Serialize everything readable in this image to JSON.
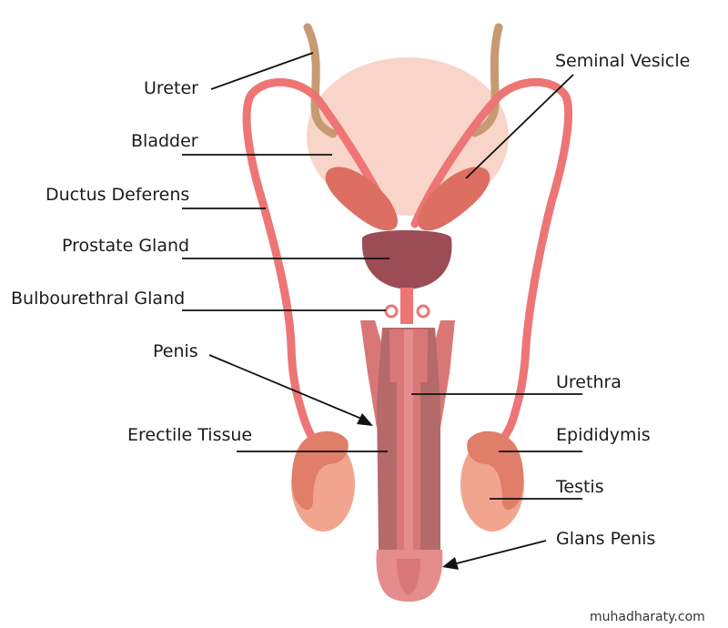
{
  "labels": {
    "ureter": "Ureter",
    "bladder": "Bladder",
    "ductus_deferens": "Ductus Deferens",
    "prostate_gland": "Prostate Gland",
    "bulbourethral_gland": "Bulbourethral Gland",
    "penis": "Penis",
    "erectile_tissue": "Erectile Tissue",
    "seminal_vesicle": "Seminal Vesicle",
    "urethra": "Urethra",
    "epididymis": "Epididymis",
    "testis": "Testis",
    "glans_penis": "Glans Penis"
  },
  "credit": "muhadharaty.com",
  "colors": {
    "bladder": "#f8d5c8",
    "ureter": "#c79a72",
    "ductus": "#ee7575",
    "vesicle": "#dc6e62",
    "prostate": "#9b4c55",
    "penis_shaft": "#b56a6a",
    "corpus": "#d97777",
    "testis": "#f1a58f",
    "epididymis": "#e07e69",
    "glans": "#e58c8c"
  }
}
